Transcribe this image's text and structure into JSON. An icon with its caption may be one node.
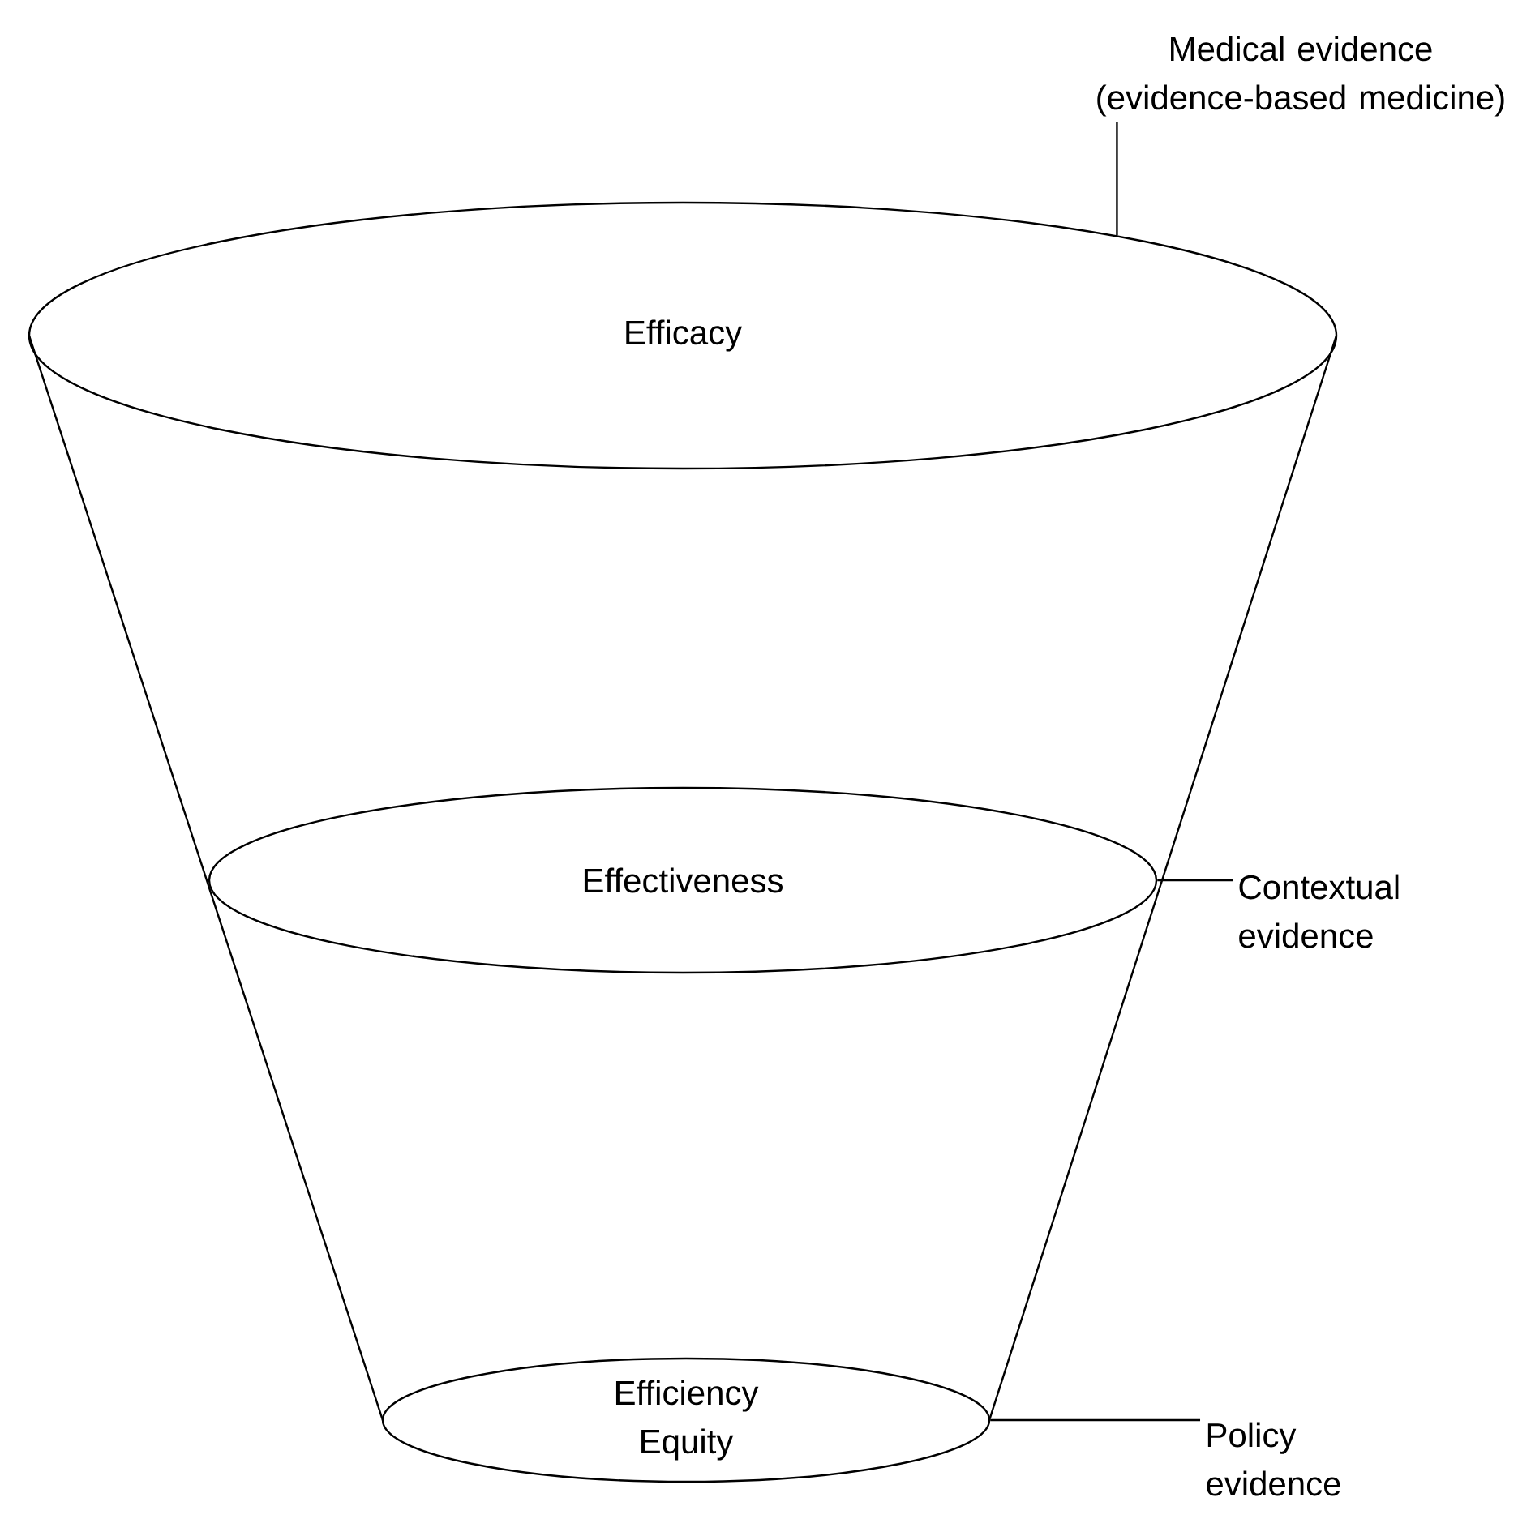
{
  "diagram": {
    "nodes": [
      {
        "text": [
          "Efficacy"
        ]
      },
      {
        "text": [
          "Effectiveness"
        ]
      },
      {
        "text": [
          "Efficiency Equity"
        ]
      },
      {
        "text": [
          "Medical evidence (evidence-based medicine)"
        ]
      },
      {
        "text": [
          "Contextual evidence"
        ]
      },
      {
        "text": [
          "Policy evidence"
        ]
      }
    ],
    "edges": [
      {
        "from": 3,
        "to": 0,
        "arrow": "none"
      },
      {
        "from": 4,
        "to": 1,
        "arrow": "none"
      },
      {
        "from": 5,
        "to": 2,
        "arrow": "none"
      }
    ]
  }
}
